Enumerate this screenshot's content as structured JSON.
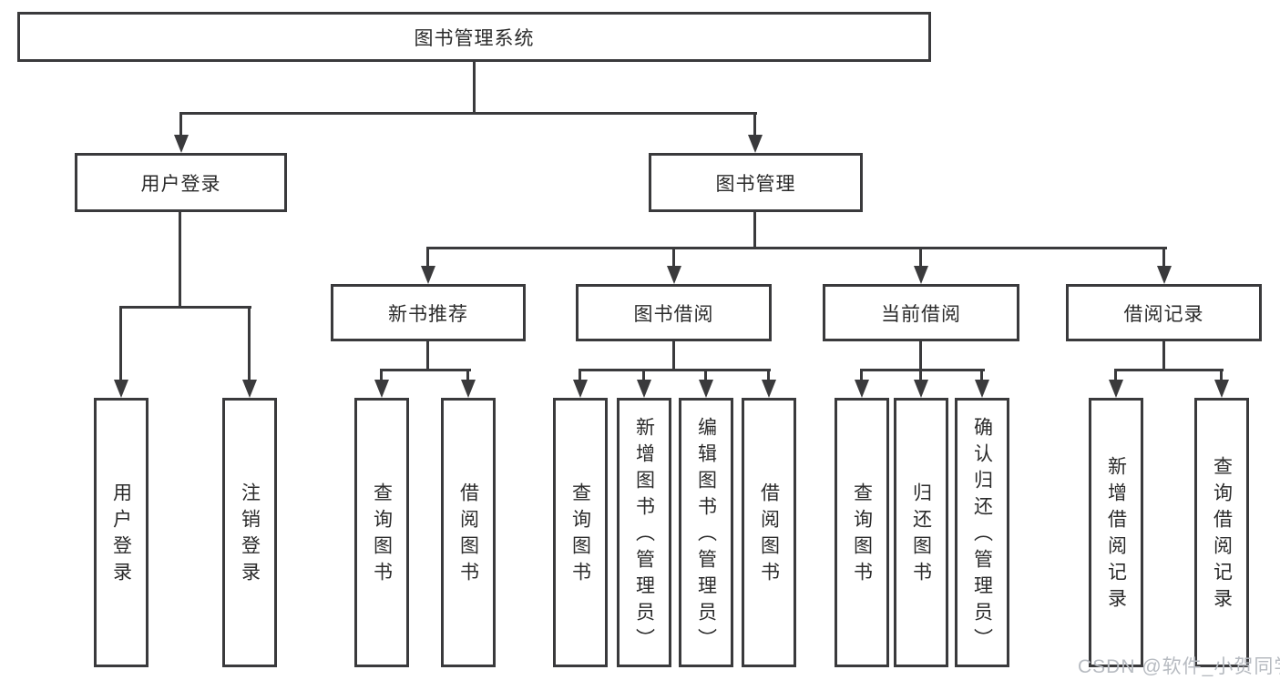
{
  "diagram_title": "图书管理系统",
  "tree": {
    "label": "图书管理系统",
    "children": [
      {
        "label": "用户登录",
        "children": [
          {
            "label": "用户登录"
          },
          {
            "label": "注销登录"
          }
        ]
      },
      {
        "label": "图书管理",
        "children": [
          {
            "label": "新书推荐",
            "children": [
              {
                "label": "查询图书"
              },
              {
                "label": "借阅图书"
              }
            ]
          },
          {
            "label": "图书借阅",
            "children": [
              {
                "label": "查询图书"
              },
              {
                "label": "新增图书（管理员）"
              },
              {
                "label": "编辑图书（管理员）"
              },
              {
                "label": "借阅图书"
              }
            ]
          },
          {
            "label": "当前借阅",
            "children": [
              {
                "label": "查询图书"
              },
              {
                "label": "归还图书"
              },
              {
                "label": "确认归还（管理员）"
              }
            ]
          },
          {
            "label": "借阅记录",
            "children": [
              {
                "label": "新增借阅记录"
              },
              {
                "label": "查询借阅记录"
              }
            ]
          }
        ]
      }
    ]
  },
  "watermark": "CSDN @软件_小贺同学",
  "colors": {
    "line": "#3a3a3c",
    "text": "#2b2b2b",
    "background": "#ffffff",
    "watermark": "#b7bbc1"
  }
}
